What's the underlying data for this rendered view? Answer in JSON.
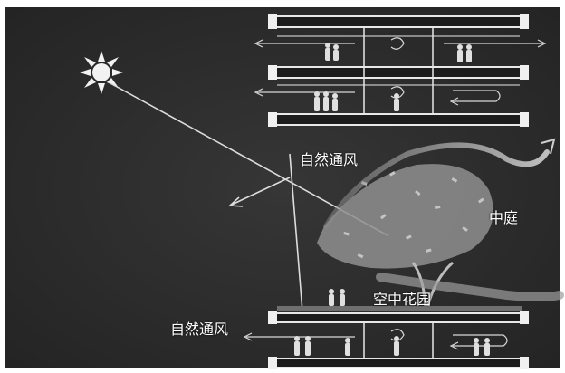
{
  "labels": {
    "natural_ventilation_top": "自然通风",
    "atrium": "中庭",
    "sky_garden": "空中花园",
    "natural_ventilation_bottom": "自然通风"
  },
  "icons": {
    "sun": "sun-icon",
    "people": "person-figure-icon",
    "airflow": "airflow-arrow-icon"
  },
  "colors": {
    "background": "#2f2f2f",
    "border": "#ffffff",
    "lines": "#e6e6e6",
    "tree": "#9a9a9a",
    "airflow": "#b5b5b5"
  }
}
